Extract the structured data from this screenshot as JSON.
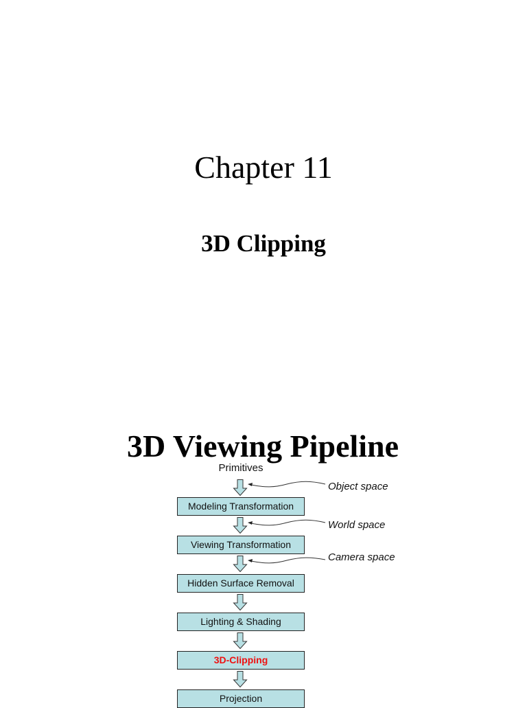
{
  "chapter": {
    "title": "Chapter 11",
    "subtitle": "3D Clipping"
  },
  "slide": {
    "title": "3D Viewing Pipeline",
    "input_label": "Primitives",
    "stages": [
      {
        "label": "Modeling Transformation",
        "highlight": false
      },
      {
        "label": "Viewing Transformation",
        "highlight": false
      },
      {
        "label": "Hidden Surface Removal",
        "highlight": false
      },
      {
        "label": "Lighting & Shading",
        "highlight": false
      },
      {
        "label": "3D-Clipping",
        "highlight": true
      },
      {
        "label": "Projection",
        "highlight": false
      }
    ],
    "space_labels": [
      {
        "label": "Object space",
        "icon": "curved-pointer-arrow"
      },
      {
        "label": "World space",
        "icon": "curved-pointer-arrow"
      },
      {
        "label": "Camera space",
        "icon": "curved-pointer-arrow"
      }
    ],
    "colors": {
      "stage_fill": "#b8e0e4",
      "highlight_text": "#ee1111",
      "arrow_fill": "#b8e0e4"
    }
  }
}
